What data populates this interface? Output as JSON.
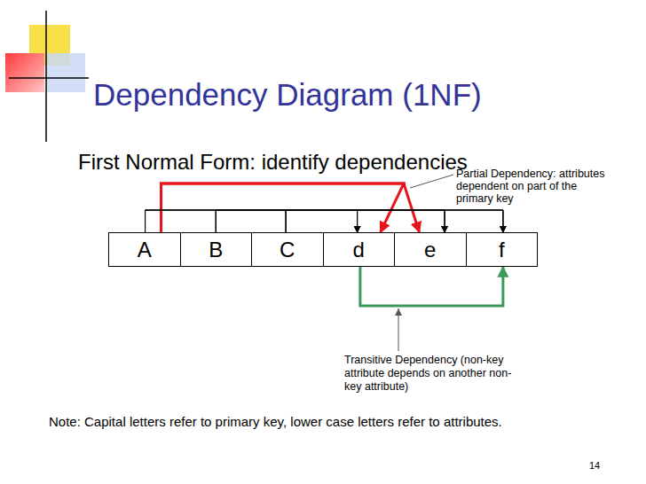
{
  "diagram": {
    "title": "Dependency Diagram (1NF)",
    "nodes": [
      {
        "text": [
          "A"
        ]
      },
      {
        "text": [
          "B"
        ]
      },
      {
        "text": [
          "C"
        ]
      },
      {
        "text": [
          "d"
        ]
      },
      {
        "text": [
          "e"
        ]
      },
      {
        "text": [
          "f"
        ]
      }
    ],
    "edges": [
      {
        "from": 0,
        "to": 3,
        "arrow": "to"
      },
      {
        "from": 0,
        "to": 4,
        "arrow": "to"
      },
      {
        "from": 3,
        "to": 5,
        "arrow": "to"
      },
      {
        "from": 0,
        "to": 3,
        "arrow": "to"
      },
      {
        "from": 0,
        "to": 4,
        "arrow": "to"
      },
      {
        "from": 0,
        "to": 5,
        "arrow": "to"
      },
      {
        "from": 1,
        "to": 3,
        "arrow": "to"
      },
      {
        "from": 1,
        "to": 4,
        "arrow": "to"
      },
      {
        "from": 1,
        "to": 5,
        "arrow": "to"
      },
      {
        "from": 2,
        "to": 3,
        "arrow": "to"
      },
      {
        "from": 2,
        "to": 4,
        "arrow": "to"
      },
      {
        "from": 2,
        "to": 5,
        "arrow": "to"
      }
    ],
    "labels": [
      "First Normal Form: identify dependencies",
      "Partial Dependency: attributes dependent on part of the primary key",
      "Transitive Dependency (non-key attribute depends on another non-key attribute)",
      "Note: Capital letters refer to primary key, lower case letters refer to attributes.",
      "14"
    ]
  }
}
